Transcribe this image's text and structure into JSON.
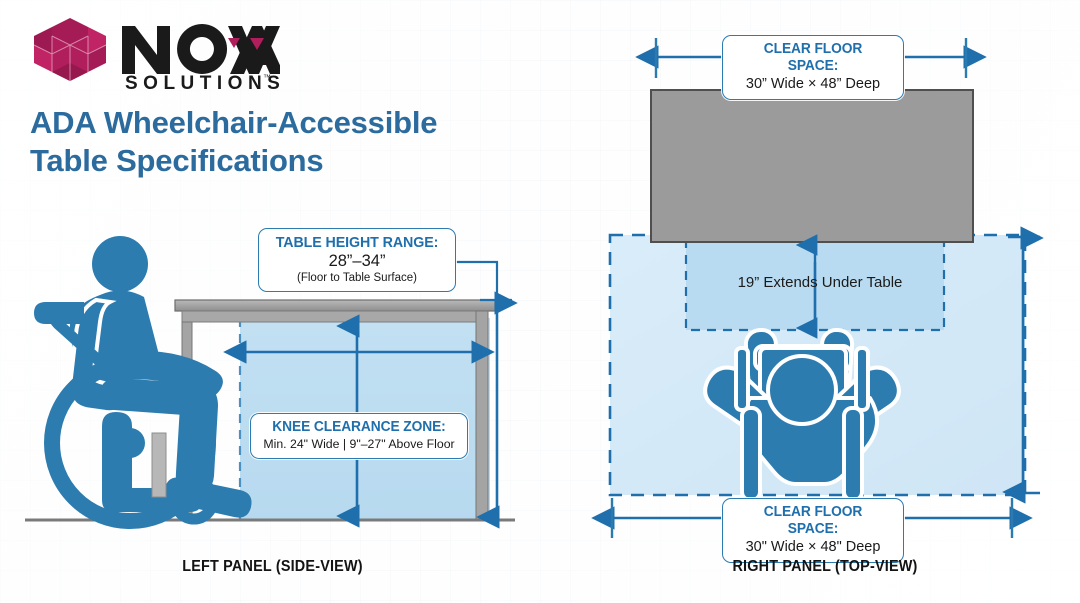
{
  "brand": {
    "name": "NOVA",
    "tagline": "SOLUTIONS",
    "trademark": "™",
    "mark_color": "#b01e5c",
    "wordmark_color": "#1a1a1a"
  },
  "header": {
    "title_line1": "ADA Wheelchair-Accessible",
    "title_line2": "Table Specifications",
    "title_color": "#2b6b9e"
  },
  "theme": {
    "accent_blue": "#1f6fad",
    "figure_blue": "#2d7cb0",
    "zone_fill": "#bcdcf0",
    "clear_floor_fill": "#d7ebf8",
    "table_gray": "#9b9b9b",
    "table_edge": "#5a5a5a",
    "background": "#fdfdfd"
  },
  "left_panel": {
    "caption": "LEFT PANEL (SIDE-VIEW)",
    "callouts": [
      {
        "id": "table-height",
        "heading": "TABLE HEIGHT RANGE:",
        "value": "28”–34”",
        "note": "(Floor to Table Surface)"
      },
      {
        "id": "knee-clearance",
        "heading": "KNEE CLEARANCE ZONE:",
        "value": "Min. 24\" Wide | 9\"–27\" Above Floor"
      }
    ],
    "figure": "wheelchair-user-side-view",
    "elements": [
      "table",
      "floor-line",
      "knee-clearance-zone",
      "height-dimension-arrow",
      "width-dimension-arrow"
    ]
  },
  "right_panel": {
    "caption": "RIGHT PANEL (TOP-VIEW)",
    "callouts": [
      {
        "id": "clear-floor-space-top",
        "heading": "CLEAR FLOOR SPACE:",
        "value": "30” Wide × 48” Deep"
      },
      {
        "id": "clear-floor-space-bottom",
        "heading": "CLEAR FLOOR SPACE:",
        "value": "30\" Wide × 48\" Deep"
      }
    ],
    "under_table_label": "19” Extends Under Table",
    "figure": "wheelchair-user-top-view",
    "elements": [
      "table-top-view",
      "clear-floor-space-boundary",
      "under-table-zone",
      "depth-dimension-arrow",
      "width-dimension-arrow"
    ]
  },
  "chart_data": {
    "type": "table",
    "title": "ADA Wheelchair-Accessible Table Specifications",
    "specs": [
      {
        "label": "Table height range (floor to table surface)",
        "min_in": 28,
        "max_in": 34,
        "unit": "in"
      },
      {
        "label": "Knee clearance width (minimum)",
        "value_in": 24,
        "unit": "in"
      },
      {
        "label": "Knee clearance height above floor",
        "min_in": 9,
        "max_in": 27,
        "unit": "in"
      },
      {
        "label": "Clear floor space width",
        "value_in": 30,
        "unit": "in"
      },
      {
        "label": "Clear floor space depth",
        "value_in": 48,
        "unit": "in"
      },
      {
        "label": "Clear floor space extending under table",
        "value_in": 19,
        "unit": "in"
      }
    ]
  }
}
